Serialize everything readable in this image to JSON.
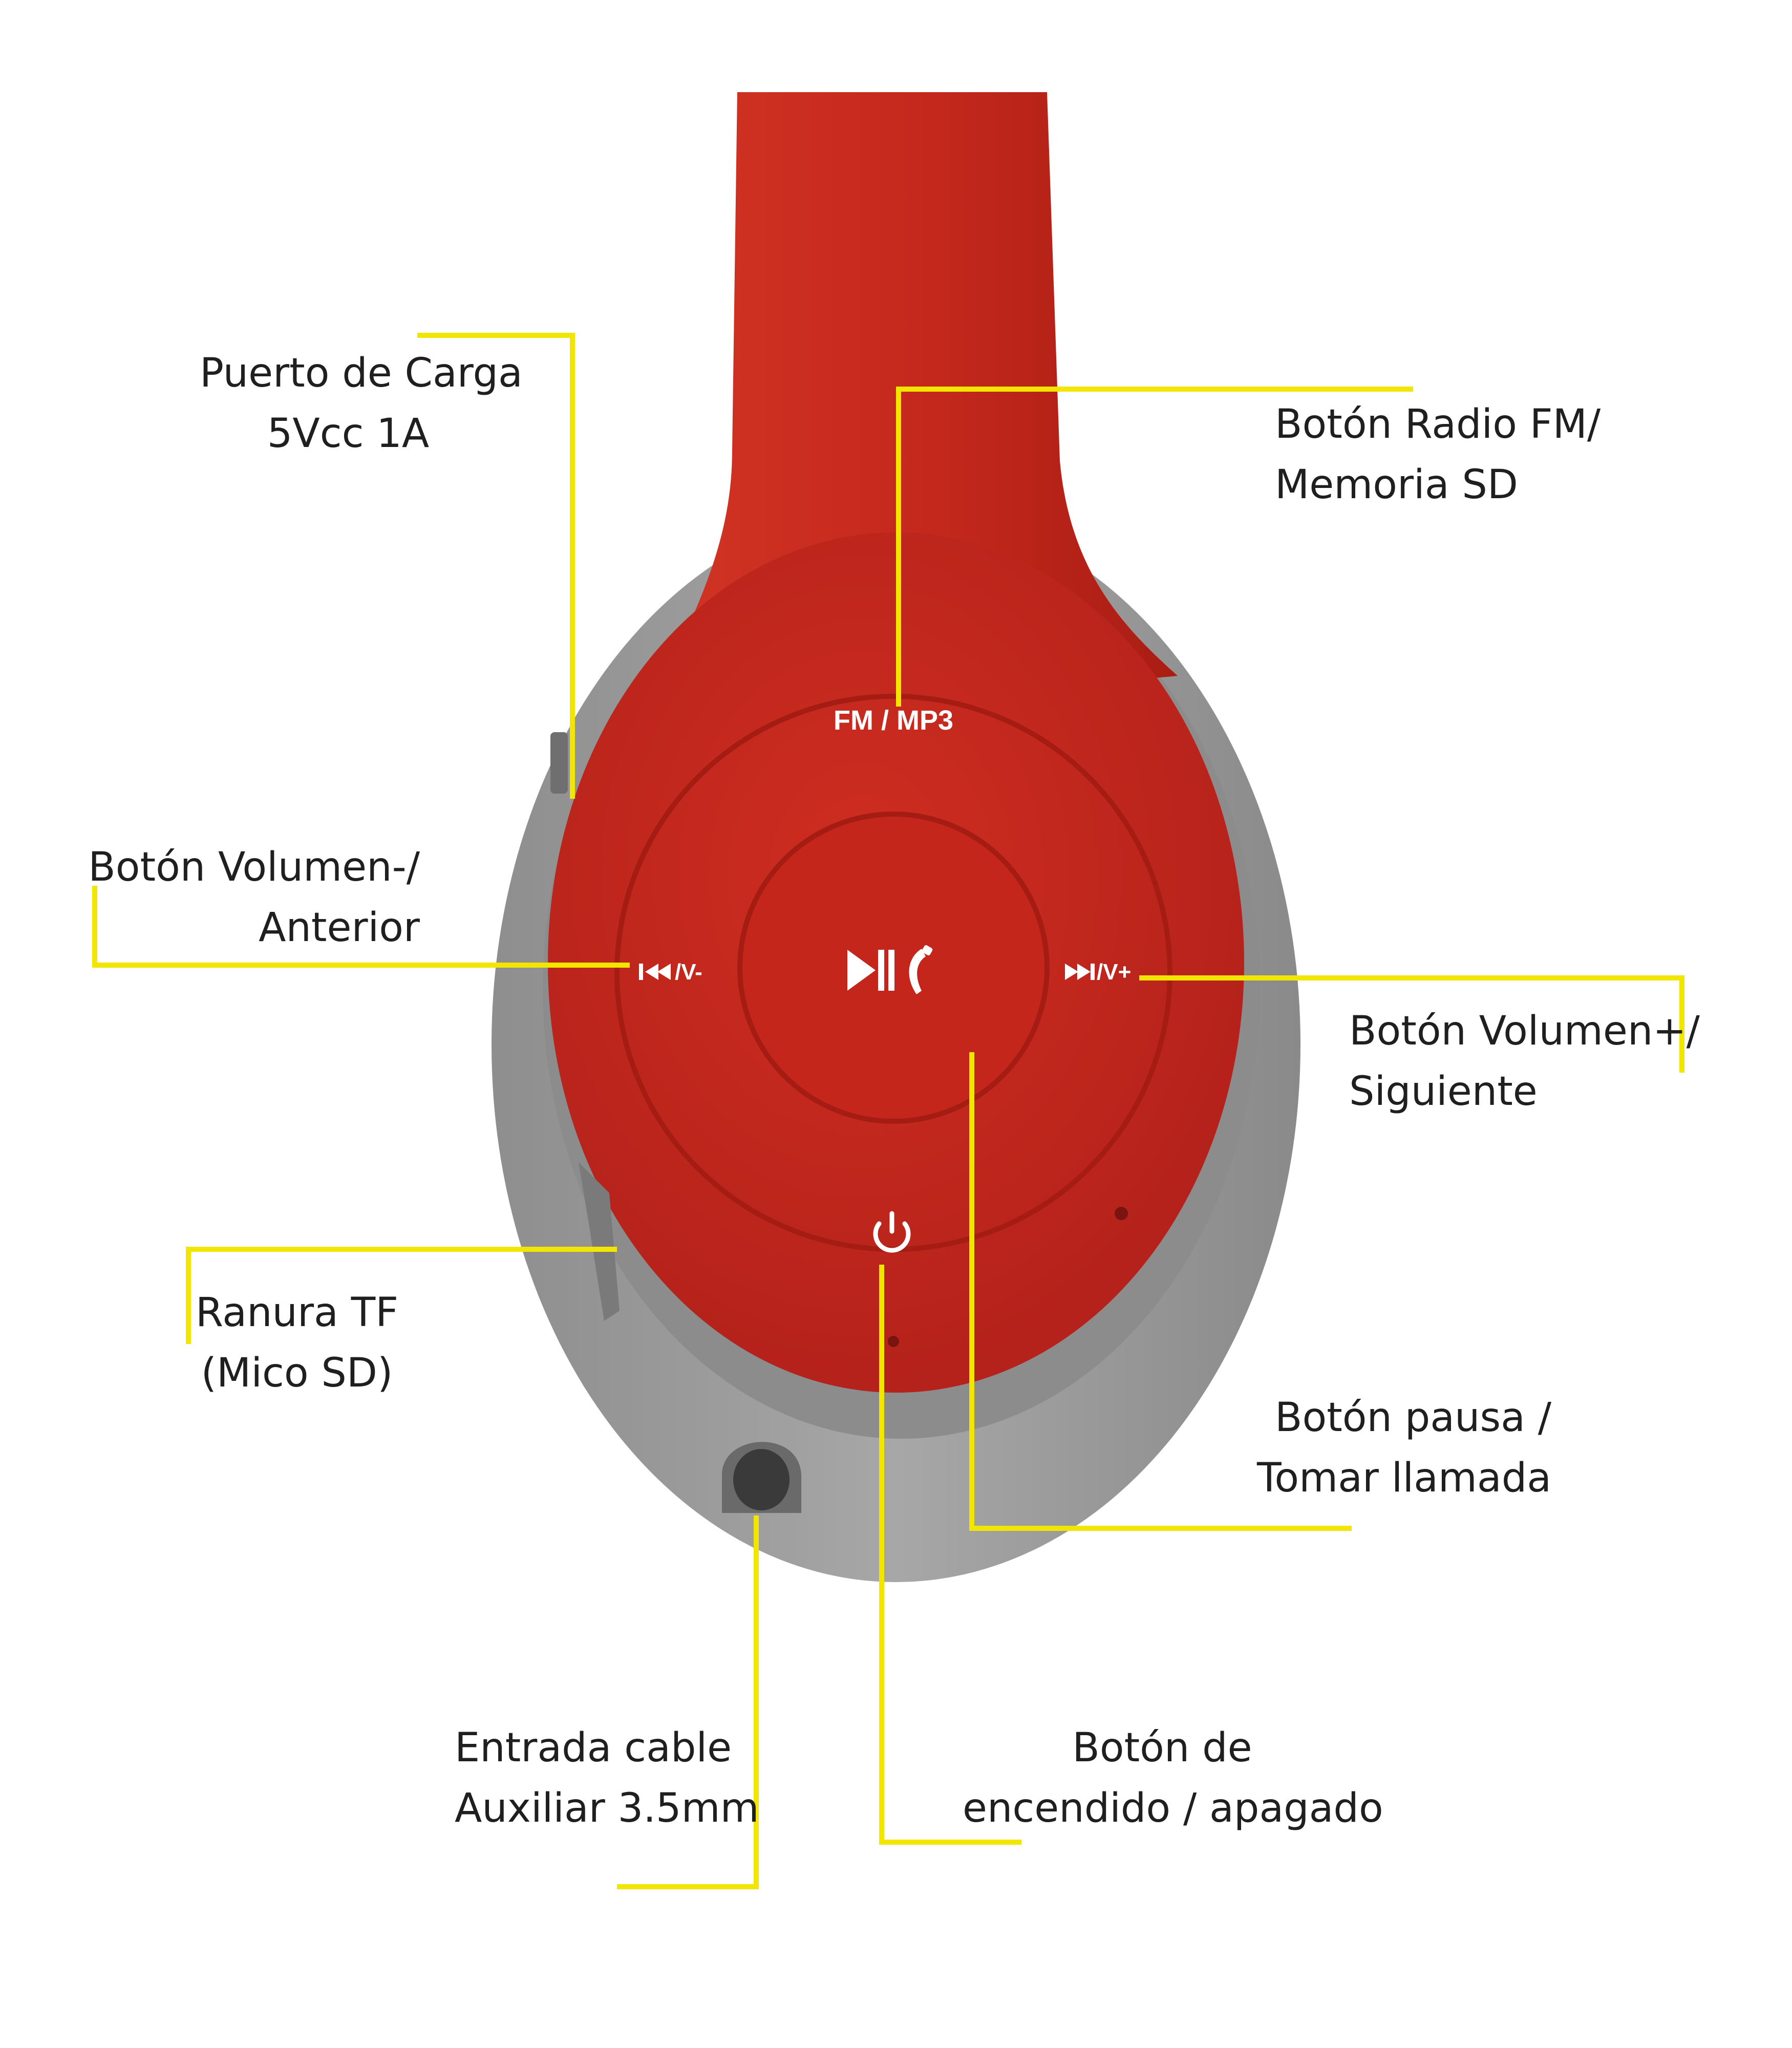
{
  "device": {
    "mode_label": "FM / MP3",
    "prev_label": "/V-",
    "next_label": "/V+"
  },
  "callouts": {
    "charging_port": {
      "line1": "Puerto de Carga",
      "line2": "5Vcc 1A"
    },
    "fm_button": {
      "line1": "Botón Radio FM/",
      "line2": "Memoria SD"
    },
    "volume_down": {
      "line1": "Botón Volumen-/",
      "line2": "Anterior"
    },
    "volume_up": {
      "line1": "Botón Volumen+/",
      "line2": "Siguiente"
    },
    "tf_slot": {
      "line1": "Ranura TF",
      "line2": "(Mico SD)"
    },
    "pause_button": {
      "line1": "Botón pausa /",
      "line2": "Tomar llamada"
    },
    "aux_input": {
      "line1": "Entrada cable",
      "line2": "Auxiliar 3.5mm"
    },
    "power_button": {
      "line1": "Botón de",
      "line2": "encendido / apagado"
    }
  },
  "colors": {
    "headband": "#c8281e",
    "cushion": "#9a9a9a",
    "callout_line": "#f2e600",
    "text": "#1f1f1f"
  },
  "icons": [
    "play-pause-icon",
    "phone-icon",
    "power-icon",
    "previous-track-icon",
    "next-track-icon"
  ]
}
